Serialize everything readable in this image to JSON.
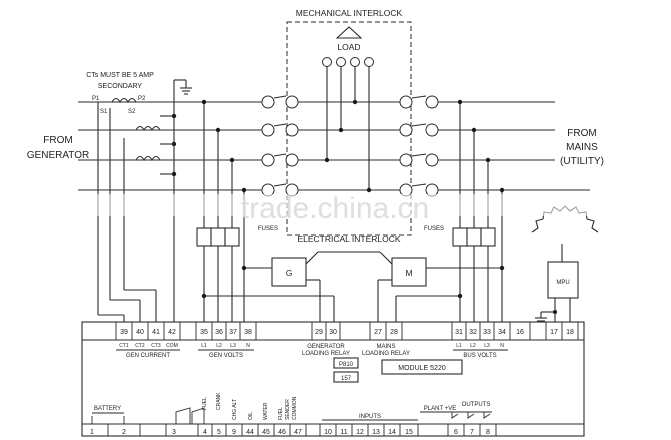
{
  "labels": {
    "mechanical_interlock": "MECHANICAL INTERLOCK",
    "load": "LOAD",
    "cts_note_line1": "CTs MUST BE 5 AMP",
    "cts_note_line2": "SECONDARY",
    "p1": "P1",
    "p2": "P2",
    "s1": "S1",
    "s2": "S2",
    "from_generator_line1": "FROM",
    "from_generator_line2": "GENERATOR",
    "from_mains_line1": "FROM",
    "from_mains_line2": "MAINS",
    "from_mains_line3": "(UTILITY)",
    "fuses_left": "FUSES",
    "fuses_right": "FUSES",
    "electrical_interlock": "ELECTRICAL INTERLOCK",
    "gen_contactor": "G",
    "mains_contactor": "M",
    "mpu": "MPU",
    "watermark": "trade.china.cn",
    "gen_current_subs": [
      "CT1",
      "CT2",
      "CT3",
      "COM"
    ],
    "gen_current": "GEN CURRENT",
    "gen_volts_subs": [
      "L1",
      "L2",
      "L3",
      "N"
    ],
    "gen_volts": "GEN VOLTS",
    "bus_volts_subs": [
      "L1",
      "L2",
      "L3",
      "N"
    ],
    "bus_volts": "BUS VOLTS",
    "gen_loading_relay_line1": "GENERATOR",
    "gen_loading_relay_line2": "LOADING RELAY",
    "mains_loading_relay_line1": "MAINS",
    "mains_loading_relay_line2": "LOADING RELAY",
    "p810": "P810",
    "n157": "157",
    "module": "MODULE 5220",
    "battery": "BATTERY",
    "fuel": "FUEL",
    "crank": "CRANK",
    "chg_alt": "CHG ALT",
    "oil": "OIL",
    "water": "WATER",
    "fuel_sender_common": [
      "FUEL",
      "SENDER",
      "COMMON"
    ],
    "inputs": "INPUTS",
    "plant_ve": "PLANT +VE",
    "outputs": "OUTPUTS"
  },
  "terminals_top": [
    "39",
    "40",
    "41",
    "42",
    "35",
    "36",
    "37",
    "38",
    "29",
    "30",
    "27",
    "28",
    "31",
    "32",
    "33",
    "34",
    "16",
    "17",
    "18"
  ],
  "terminals_bottom": [
    "1",
    "2",
    "3",
    "4",
    "5",
    "9",
    "44",
    "45",
    "46",
    "47",
    "10",
    "11",
    "12",
    "13",
    "14",
    "15",
    "6",
    "7",
    "8"
  ]
}
